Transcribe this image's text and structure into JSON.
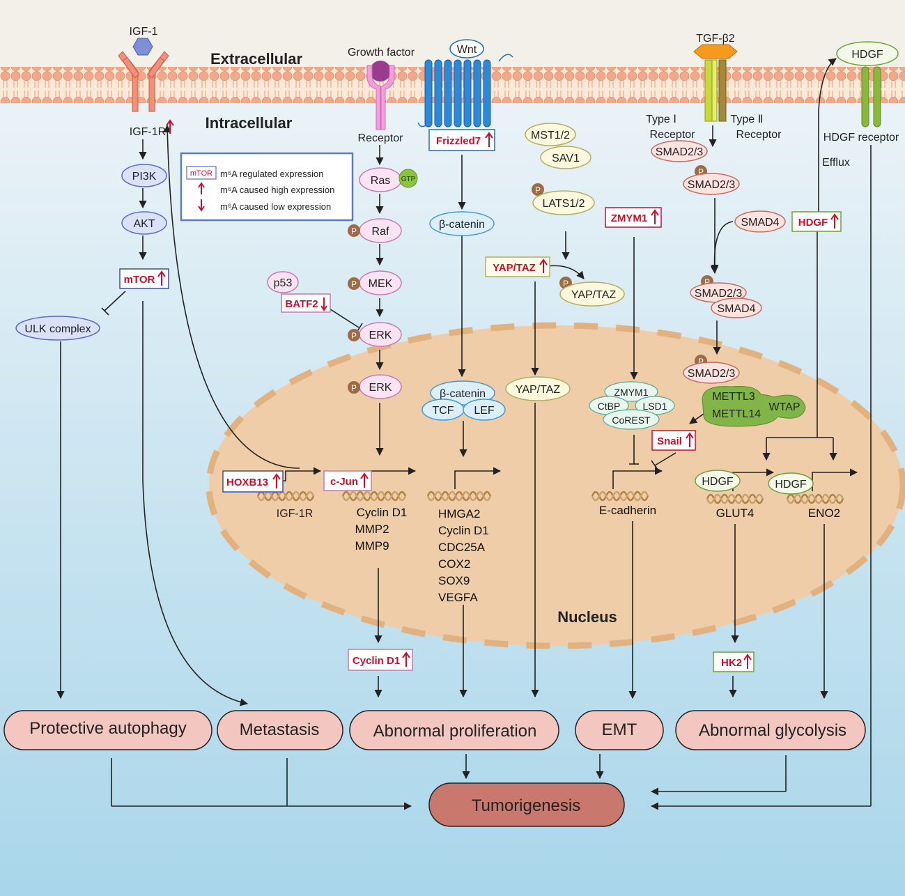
{
  "regions": {
    "extracellular": "Extracellular",
    "intracellular": "Intracellular",
    "nucleus": "Nucleus"
  },
  "legend": {
    "box_label": "mTOR",
    "regulated": "m⁶A regulated expression",
    "high": "m⁶A caused high expression",
    "low": "m⁶A caused low expression"
  },
  "igf": {
    "ligand": "IGF-1",
    "receptor": "IGF-1R",
    "pi3k": "PI3K",
    "akt": "AKT",
    "mtor": "mTOR",
    "ulk": "ULK complex",
    "hoxb13": "HOXB13",
    "gene": "IGF-1R"
  },
  "mapk": {
    "growth_factor": "Growth factor",
    "receptor": "Receptor",
    "ras": "Ras",
    "gtp": "GTP",
    "raf": "Raf",
    "mek": "MEK",
    "erk": "ERK",
    "erk2": "ERK",
    "p53": "p53",
    "batf2": "BATF2",
    "cjun": "c-Jun",
    "cyclin_out": "Cyclin D1",
    "targets": [
      "Cyclin D1",
      "MMP2",
      "MMP9"
    ]
  },
  "wnt": {
    "ligand": "Wnt",
    "receptor": "Frizzled7",
    "bcat": "β-catenin",
    "bcat2": "β-catenin",
    "tcf": "TCF",
    "lef": "LEF",
    "targets": [
      "HMGA2",
      "Cyclin D1",
      "CDC25A",
      "COX2",
      "SOX9",
      "VEGFA"
    ]
  },
  "hippo": {
    "mst": "MST1/2",
    "sav": "SAV1",
    "lats": "LATS1/2",
    "yap_red": "YAP/TAZ",
    "yap_p": "YAP/TAZ",
    "yap_n": "YAP/TAZ"
  },
  "zmym": {
    "zmym1_red": "ZMYM1",
    "zmym1": "ZMYM1",
    "ctbp": "CtBP",
    "lsd1": "LSD1",
    "corest": "CoREST",
    "gene": "E-cadherin"
  },
  "tgf": {
    "ligand": "TGF-β2",
    "type1": "Type Ⅰ",
    "type1b": "Receptor",
    "type2": "Type Ⅱ",
    "type2b": "Receptor",
    "smad23": "SMAD2/3",
    "smad23p": "SMAD2/3",
    "smad4": "SMAD4",
    "complex_a": "SMAD2/3",
    "complex_b": "SMAD4",
    "smad23n": "SMAD2/3",
    "mettl3": "METTL3",
    "mettl14": "METTL14",
    "wtap": "WTAP",
    "snail": "Snail"
  },
  "hdgf": {
    "ligand": "HDGF",
    "receptor": "HDGF receptor",
    "efflux": "Efflux",
    "hdgf_red": "HDGF",
    "hdgf_n1": "HDGF",
    "hdgf_n2": "HDGF",
    "gene1": "GLUT4",
    "gene2": "ENO2",
    "hk2": "HK2"
  },
  "p_label": "P",
  "outcomes": {
    "autophagy": "Protective autophagy",
    "metastasis": "Metastasis",
    "proliferation": "Abnormal proliferation",
    "emt": "EMT",
    "glycolysis": "Abnormal glycolysis",
    "tumor": "Tumorigenesis"
  },
  "colors": {
    "red": "#c8102e",
    "nucleus": "#eecda8",
    "outcome": "#f3c6c0",
    "tumor": "#c9786d"
  }
}
